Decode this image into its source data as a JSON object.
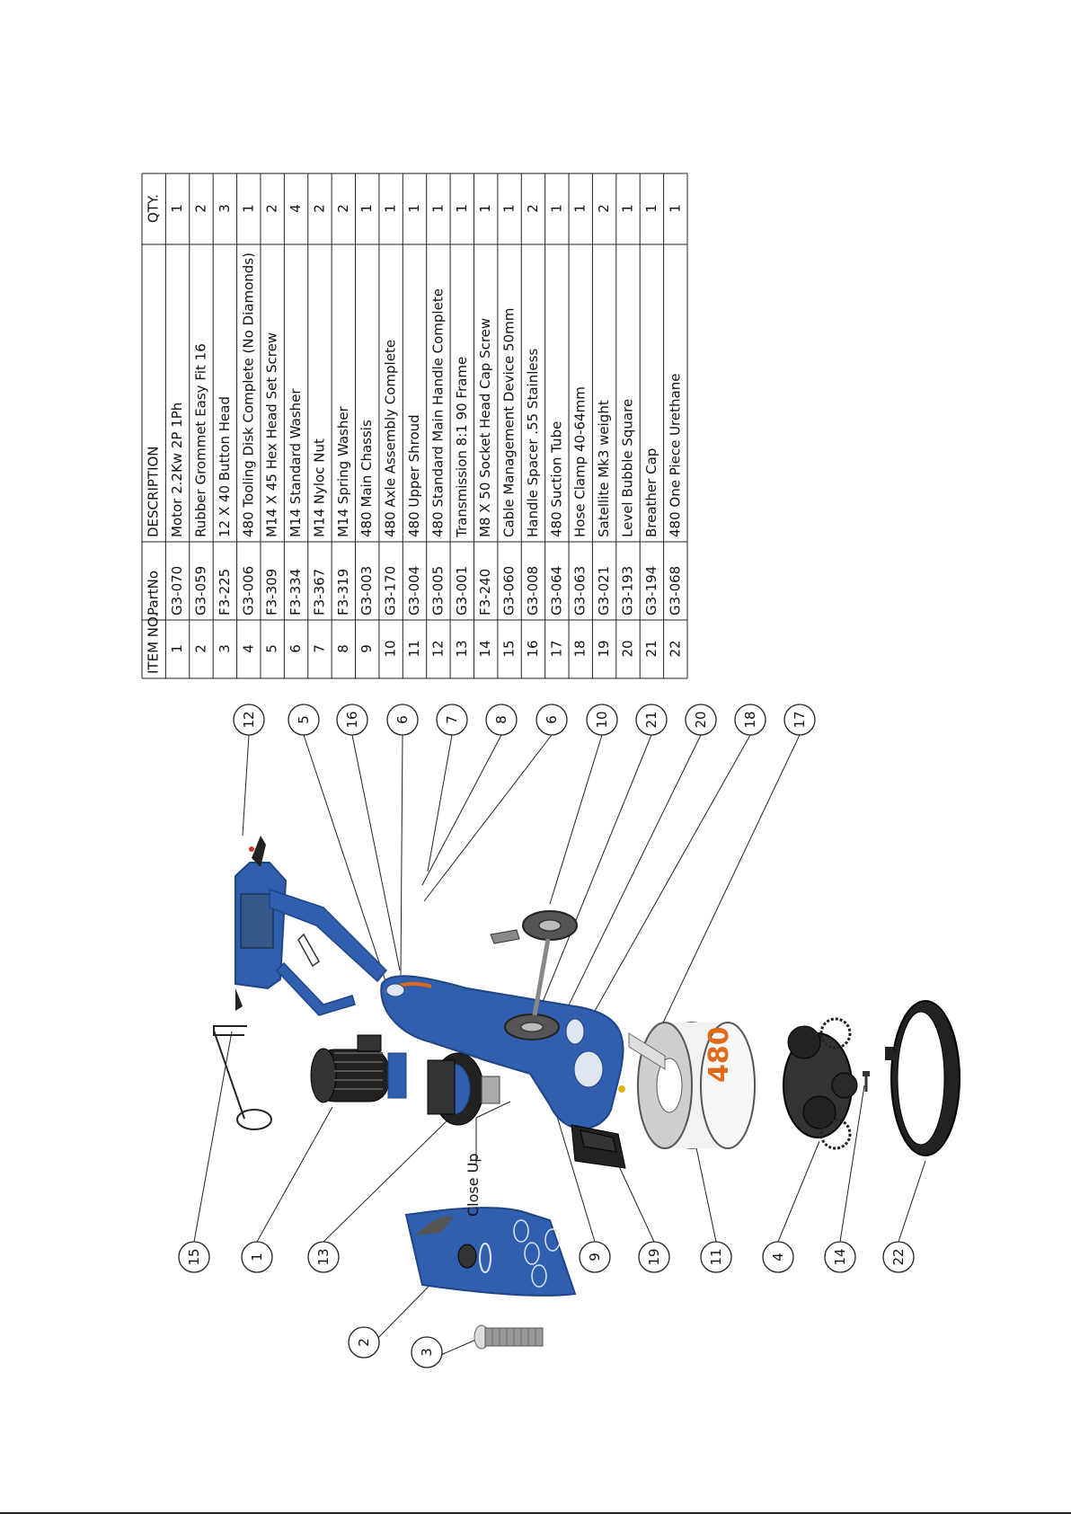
{
  "bom": {
    "headers": {
      "item": "ITEM NO.",
      "part": "PartNo",
      "desc": "DESCRIPTION",
      "qty": "QTY."
    },
    "rows": [
      {
        "item": "1",
        "part": "G3-070",
        "desc": "Motor 2.2Kw 2P 1Ph",
        "qty": "1"
      },
      {
        "item": "2",
        "part": "G3-059",
        "desc": "Rubber Grommet  Easy Fit 16",
        "qty": "2"
      },
      {
        "item": "3",
        "part": "F3-225",
        "desc": "12 X 40 Button  Head",
        "qty": "3"
      },
      {
        "item": "4",
        "part": "G3-006",
        "desc": "480 Tooling Disk Complete (No Diamonds)",
        "qty": "1"
      },
      {
        "item": "5",
        "part": "F3-309",
        "desc": "M14 X 45 Hex Head Set Screw",
        "qty": "2"
      },
      {
        "item": "6",
        "part": "F3-334",
        "desc": "M14 Standard Washer",
        "qty": "4"
      },
      {
        "item": "7",
        "part": "F3-367",
        "desc": "M14 Nyloc Nut",
        "qty": "2"
      },
      {
        "item": "8",
        "part": "F3-319",
        "desc": "M14 Spring Washer",
        "qty": "2"
      },
      {
        "item": "9",
        "part": "G3-003",
        "desc": "480 Main Chassis",
        "qty": "1"
      },
      {
        "item": "10",
        "part": "G3-170",
        "desc": "480 Axle Assembly Complete",
        "qty": "1"
      },
      {
        "item": "11",
        "part": "G3-004",
        "desc": "480 Upper Shroud",
        "qty": "1"
      },
      {
        "item": "12",
        "part": "G3-005",
        "desc": "480 Standard Main Handle Complete",
        "qty": "1"
      },
      {
        "item": "13",
        "part": "G3-001",
        "desc": "Transmission 8:1 90 Frame",
        "qty": "1"
      },
      {
        "item": "14",
        "part": "F3-240",
        "desc": "M8 X 50 Socket Head Cap Screw",
        "qty": "1"
      },
      {
        "item": "15",
        "part": "G3-060",
        "desc": "Cable Management Device 50mm",
        "qty": "1"
      },
      {
        "item": "16",
        "part": "G3-008",
        "desc": "Handle Spacer .55 Stainless",
        "qty": "2"
      },
      {
        "item": "17",
        "part": "G3-064",
        "desc": "480 Suction Tube",
        "qty": "1"
      },
      {
        "item": "18",
        "part": "G3-063",
        "desc": "Hose Clamp 40-64mm",
        "qty": "1"
      },
      {
        "item": "19",
        "part": "G3-021",
        "desc": "Satellite  Mk3  weight",
        "qty": "2"
      },
      {
        "item": "20",
        "part": "G3-193",
        "desc": "Level Bubble Square",
        "qty": "1"
      },
      {
        "item": "21",
        "part": "G3-194",
        "desc": "Breather Cap",
        "qty": "1"
      },
      {
        "item": "22",
        "part": "G3-068",
        "desc": "480 One Piece Urethane",
        "qty": "1"
      }
    ]
  },
  "balloons": {
    "top": [
      "12",
      "5",
      "16",
      "6",
      "7",
      "8",
      "6",
      "10",
      "21",
      "20",
      "18",
      "17"
    ],
    "bottom": [
      "15",
      "1",
      "13",
      "9",
      "19",
      "11",
      "4",
      "14",
      "22"
    ],
    "detail": [
      "2",
      "3"
    ]
  },
  "labels": {
    "close_up": "Close Up",
    "shroud_model": "480"
  },
  "colors": {
    "chassis": "#2f5fae",
    "chassis_dark": "#1f4585",
    "accent": "#e06a1a",
    "line": "#222222"
  }
}
